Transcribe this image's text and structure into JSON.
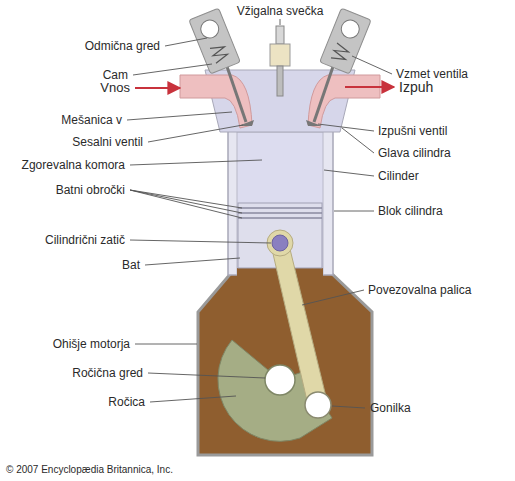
{
  "diagram": {
    "labels": [
      "Vžigalna svečka",
      "Odmična gred",
      "Cam",
      "Vzmet ventila",
      "Vnos",
      "Izpuh",
      "Mešanica v",
      "Izpušni ventil",
      "Sesalni ventil",
      "Glava cilindra",
      "Zgorevalna komora",
      "Cilinder",
      "Batni obročki",
      "Blok cilindra",
      "Cilindrični zatič",
      "Bat",
      "Povezovalna palica",
      "Ohišje motorja",
      "Ročična gred",
      "Ročica",
      "Gonilka",
      "© 2007 Encyclopædia Britannica, Inc."
    ]
  }
}
